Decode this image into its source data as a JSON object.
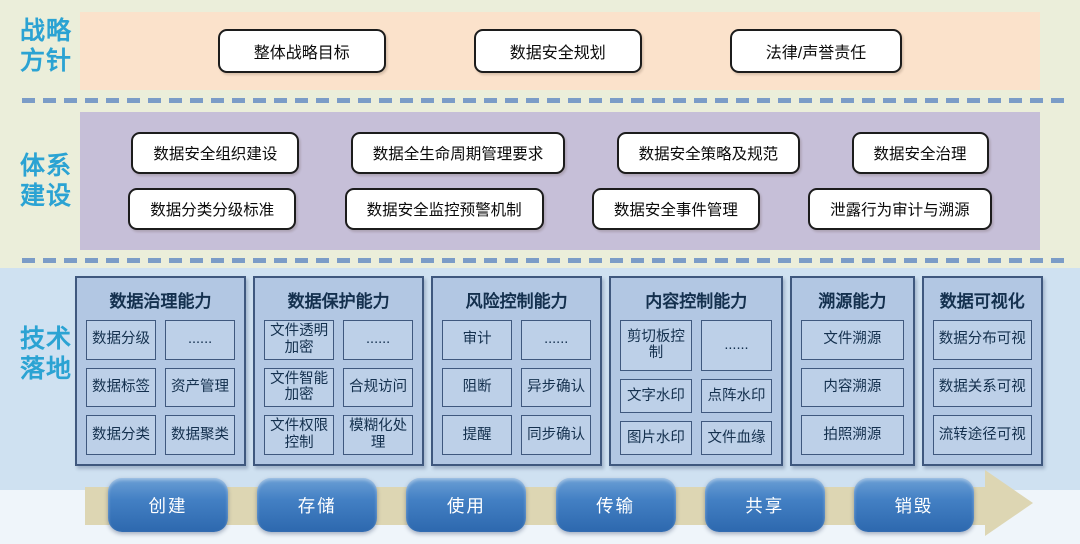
{
  "colors": {
    "label": "#2ba3d3",
    "strategy_band": "#fbe2cb",
    "system_band": "#c6bfd8",
    "tech_band": "#cfe1f1",
    "panel_bg": "#b2c7e3",
    "panel_border": "#3f587e",
    "cell_bg": "#bdd0e8",
    "text_dark": "#14304e",
    "arrow": "#ddd6b3",
    "dash": "#7b9cc7",
    "button_blue": "#2d68ae"
  },
  "strategy": {
    "label_lines": [
      "战略",
      "方针"
    ],
    "items": [
      "整体战略目标",
      "数据安全规划",
      "法律/声誉责任"
    ]
  },
  "system": {
    "label_lines": [
      "体系",
      "建设"
    ],
    "rows": [
      [
        "数据安全组织建设",
        "数据全生命周期管理要求",
        "数据安全策略及规范",
        "数据安全治理"
      ],
      [
        "数据分类分级标准",
        "数据安全监控预警机制",
        "数据安全事件管理",
        "泄露行为审计与溯源"
      ]
    ]
  },
  "tech": {
    "label_lines": [
      "技术",
      "落地"
    ],
    "columns": [
      {
        "title": "数据治理能力",
        "cols": 2,
        "cells": [
          "数据分级",
          "......",
          "数据标签",
          "资产管理",
          "数据分类",
          "数据聚类"
        ]
      },
      {
        "title": "数据保护能力",
        "cols": 2,
        "cells": [
          "文件透明加密",
          "......",
          "文件智能加密",
          "合规访问",
          "文件权限控制",
          "模糊化处理"
        ]
      },
      {
        "title": "风险控制能力",
        "cols": 2,
        "cells": [
          "审计",
          "......",
          "阻断",
          "异步确认",
          "提醒",
          "同步确认"
        ]
      },
      {
        "title": "内容控制能力",
        "cols": 2,
        "cells": [
          "剪切板控制",
          "......",
          "文字水印",
          "点阵水印",
          "图片水印",
          "文件血缘"
        ]
      },
      {
        "title": "溯源能力",
        "cols": 1,
        "cells": [
          "文件溯源",
          "内容溯源",
          "拍照溯源"
        ]
      },
      {
        "title": "数据可视化",
        "cols": 1,
        "cells": [
          "数据分布可视",
          "数据关系可视",
          "流转途径可视"
        ]
      }
    ]
  },
  "lifecycle": {
    "stages": [
      "创建",
      "存储",
      "使用",
      "传输",
      "共享",
      "销毁"
    ]
  }
}
